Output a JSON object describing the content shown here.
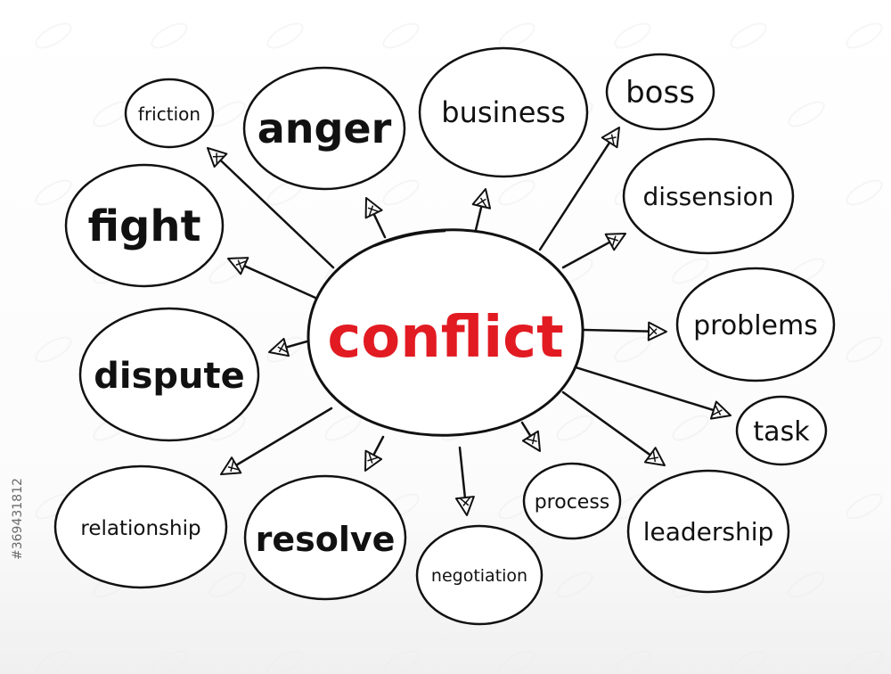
{
  "diagram": {
    "center_label": "conflict",
    "nodes": [
      {
        "id": "friction",
        "label": "friction"
      },
      {
        "id": "anger",
        "label": "anger"
      },
      {
        "id": "business",
        "label": "business"
      },
      {
        "id": "boss",
        "label": "boss"
      },
      {
        "id": "dissension",
        "label": "dissension"
      },
      {
        "id": "fight",
        "label": "fight"
      },
      {
        "id": "problems",
        "label": "problems"
      },
      {
        "id": "dispute",
        "label": "dispute"
      },
      {
        "id": "task",
        "label": "task"
      },
      {
        "id": "relationship",
        "label": "relationship"
      },
      {
        "id": "resolve",
        "label": "resolve"
      },
      {
        "id": "process",
        "label": "process"
      },
      {
        "id": "leadership",
        "label": "leadership"
      },
      {
        "id": "negotiation",
        "label": "negotiation"
      }
    ]
  },
  "colors": {
    "background": "#ffffff",
    "ink": "#111111",
    "center_text": "#e21b23",
    "watermark": "#ededed"
  },
  "stock_id": "#369431812"
}
